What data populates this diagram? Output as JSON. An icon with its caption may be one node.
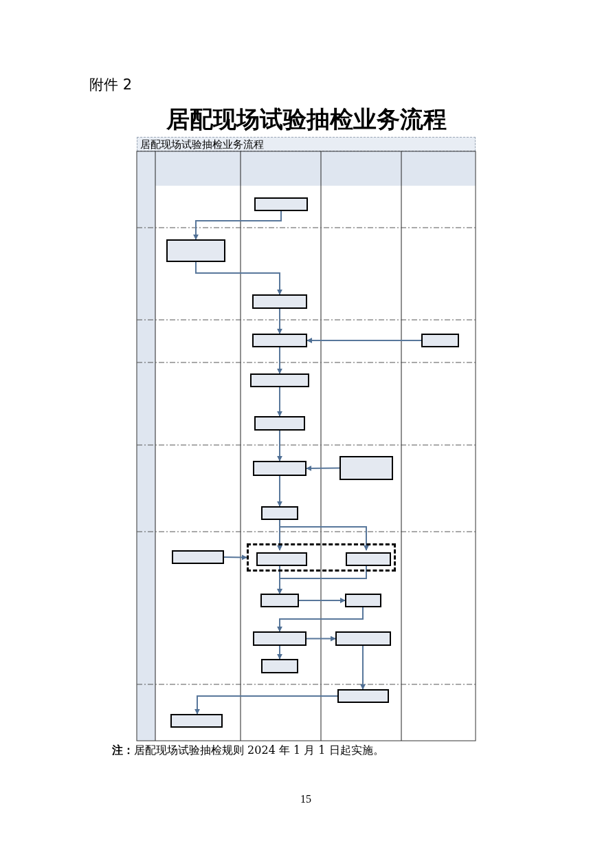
{
  "diagram": {
    "title": "居配现场试验抽检业务流程",
    "nodes": [
      {
        "text": [],
        "shape": "box"
      },
      {
        "text": [],
        "shape": "box"
      },
      {
        "text": [],
        "shape": "box"
      },
      {
        "text": [],
        "shape": "box"
      },
      {
        "text": [],
        "shape": "box"
      },
      {
        "text": [],
        "shape": "box"
      },
      {
        "text": [],
        "shape": "box"
      },
      {
        "text": [],
        "shape": "box"
      },
      {
        "text": [],
        "shape": "box"
      },
      {
        "text": [],
        "shape": "box"
      },
      {
        "text": [],
        "shape": "box"
      },
      {
        "text": [],
        "shape": "box",
        "in": 10
      },
      {
        "text": [],
        "shape": "box",
        "in": 10
      },
      {
        "text": [],
        "shape": "box"
      },
      {
        "text": [],
        "shape": "box"
      },
      {
        "text": [],
        "shape": "box"
      },
      {
        "text": [],
        "shape": "box"
      },
      {
        "text": [],
        "shape": "box"
      },
      {
        "text": [],
        "shape": "box"
      },
      {
        "text": [],
        "shape": "box"
      },
      {
        "text": [],
        "shape": "box"
      }
    ],
    "edges": [
      {
        "from": 0,
        "to": 1,
        "arrow": "to"
      },
      {
        "from": 1,
        "to": 2,
        "arrow": "to"
      },
      {
        "from": 2,
        "to": 3,
        "arrow": "to"
      },
      {
        "from": 4,
        "to": 3,
        "arrow": "to"
      },
      {
        "from": 3,
        "to": 5,
        "arrow": "to"
      },
      {
        "from": 5,
        "to": 6,
        "arrow": "to"
      },
      {
        "from": 6,
        "to": 7,
        "arrow": "to"
      },
      {
        "from": 8,
        "to": 7,
        "arrow": "to"
      },
      {
        "from": 7,
        "to": 9,
        "arrow": "to"
      },
      {
        "from": 9,
        "to": 11,
        "arrow": "to"
      },
      {
        "from": 9,
        "to": 12,
        "arrow": "to"
      },
      {
        "from": 13,
        "to": 10,
        "arrow": "to"
      },
      {
        "from": 11,
        "to": 14,
        "arrow": "to"
      },
      {
        "from": 12,
        "to": 14,
        "arrow": "to"
      },
      {
        "from": 14,
        "to": 15,
        "arrow": "to"
      },
      {
        "from": 15,
        "to": 16,
        "arrow": "to"
      },
      {
        "from": 16,
        "to": 17,
        "arrow": "to"
      },
      {
        "from": 16,
        "to": 18,
        "arrow": "to"
      },
      {
        "from": 17,
        "to": 19,
        "arrow": "to"
      },
      {
        "from": 19,
        "to": 20,
        "arrow": "to"
      }
    ],
    "labels": [
      "附件 2",
      "居配现场试验抽检业务流程",
      "**注：**居配现场试验抽检规则 2024 年 1 月 1 日起实施。",
      "15"
    ]
  }
}
